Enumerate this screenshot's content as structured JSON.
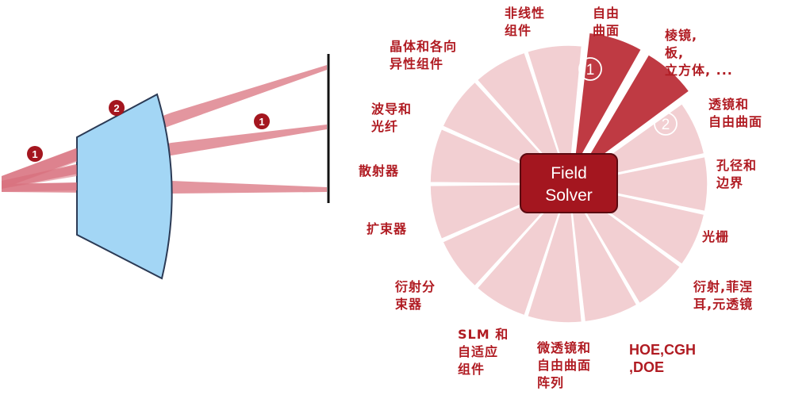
{
  "colors": {
    "accent": "#b01b22",
    "sector_fill": "#f2cfd2",
    "sector_highlight": "#bf3a43",
    "lens_fill": "#a3d6f5",
    "ray": "#d9737f",
    "badge": "#a4161f"
  },
  "left_diagram": {
    "badge_marks": [
      "1",
      "2",
      "1"
    ]
  },
  "wheel": {
    "center_label_line1": "Field",
    "center_label_line2": "Solver",
    "sector_badges": [
      "1",
      "2"
    ]
  },
  "labels": {
    "nonlinear": "非线性\n组件",
    "freeform": "自由\n曲面",
    "prism": "棱镜,\n板,\n立方体, ...",
    "lens_freeform": "透镜和\n自由曲面",
    "aperture": "孔径和\n边界",
    "grating": "光栅",
    "diffraction_fresnel": "衍射,菲涅\n耳,元透镜",
    "hoe": "HOE,CGH\n,DOE",
    "microlens": "微透镜和\n自由曲面\n阵列",
    "slm": "SLM 和\n自适应\n组件",
    "diffractive_beamsplitter": "衍射分\n束器",
    "beam_expander": "扩束器",
    "scatterer": "散射器",
    "waveguide": "波导和\n光纤",
    "crystal": "晶体和各向\n异性组件"
  }
}
